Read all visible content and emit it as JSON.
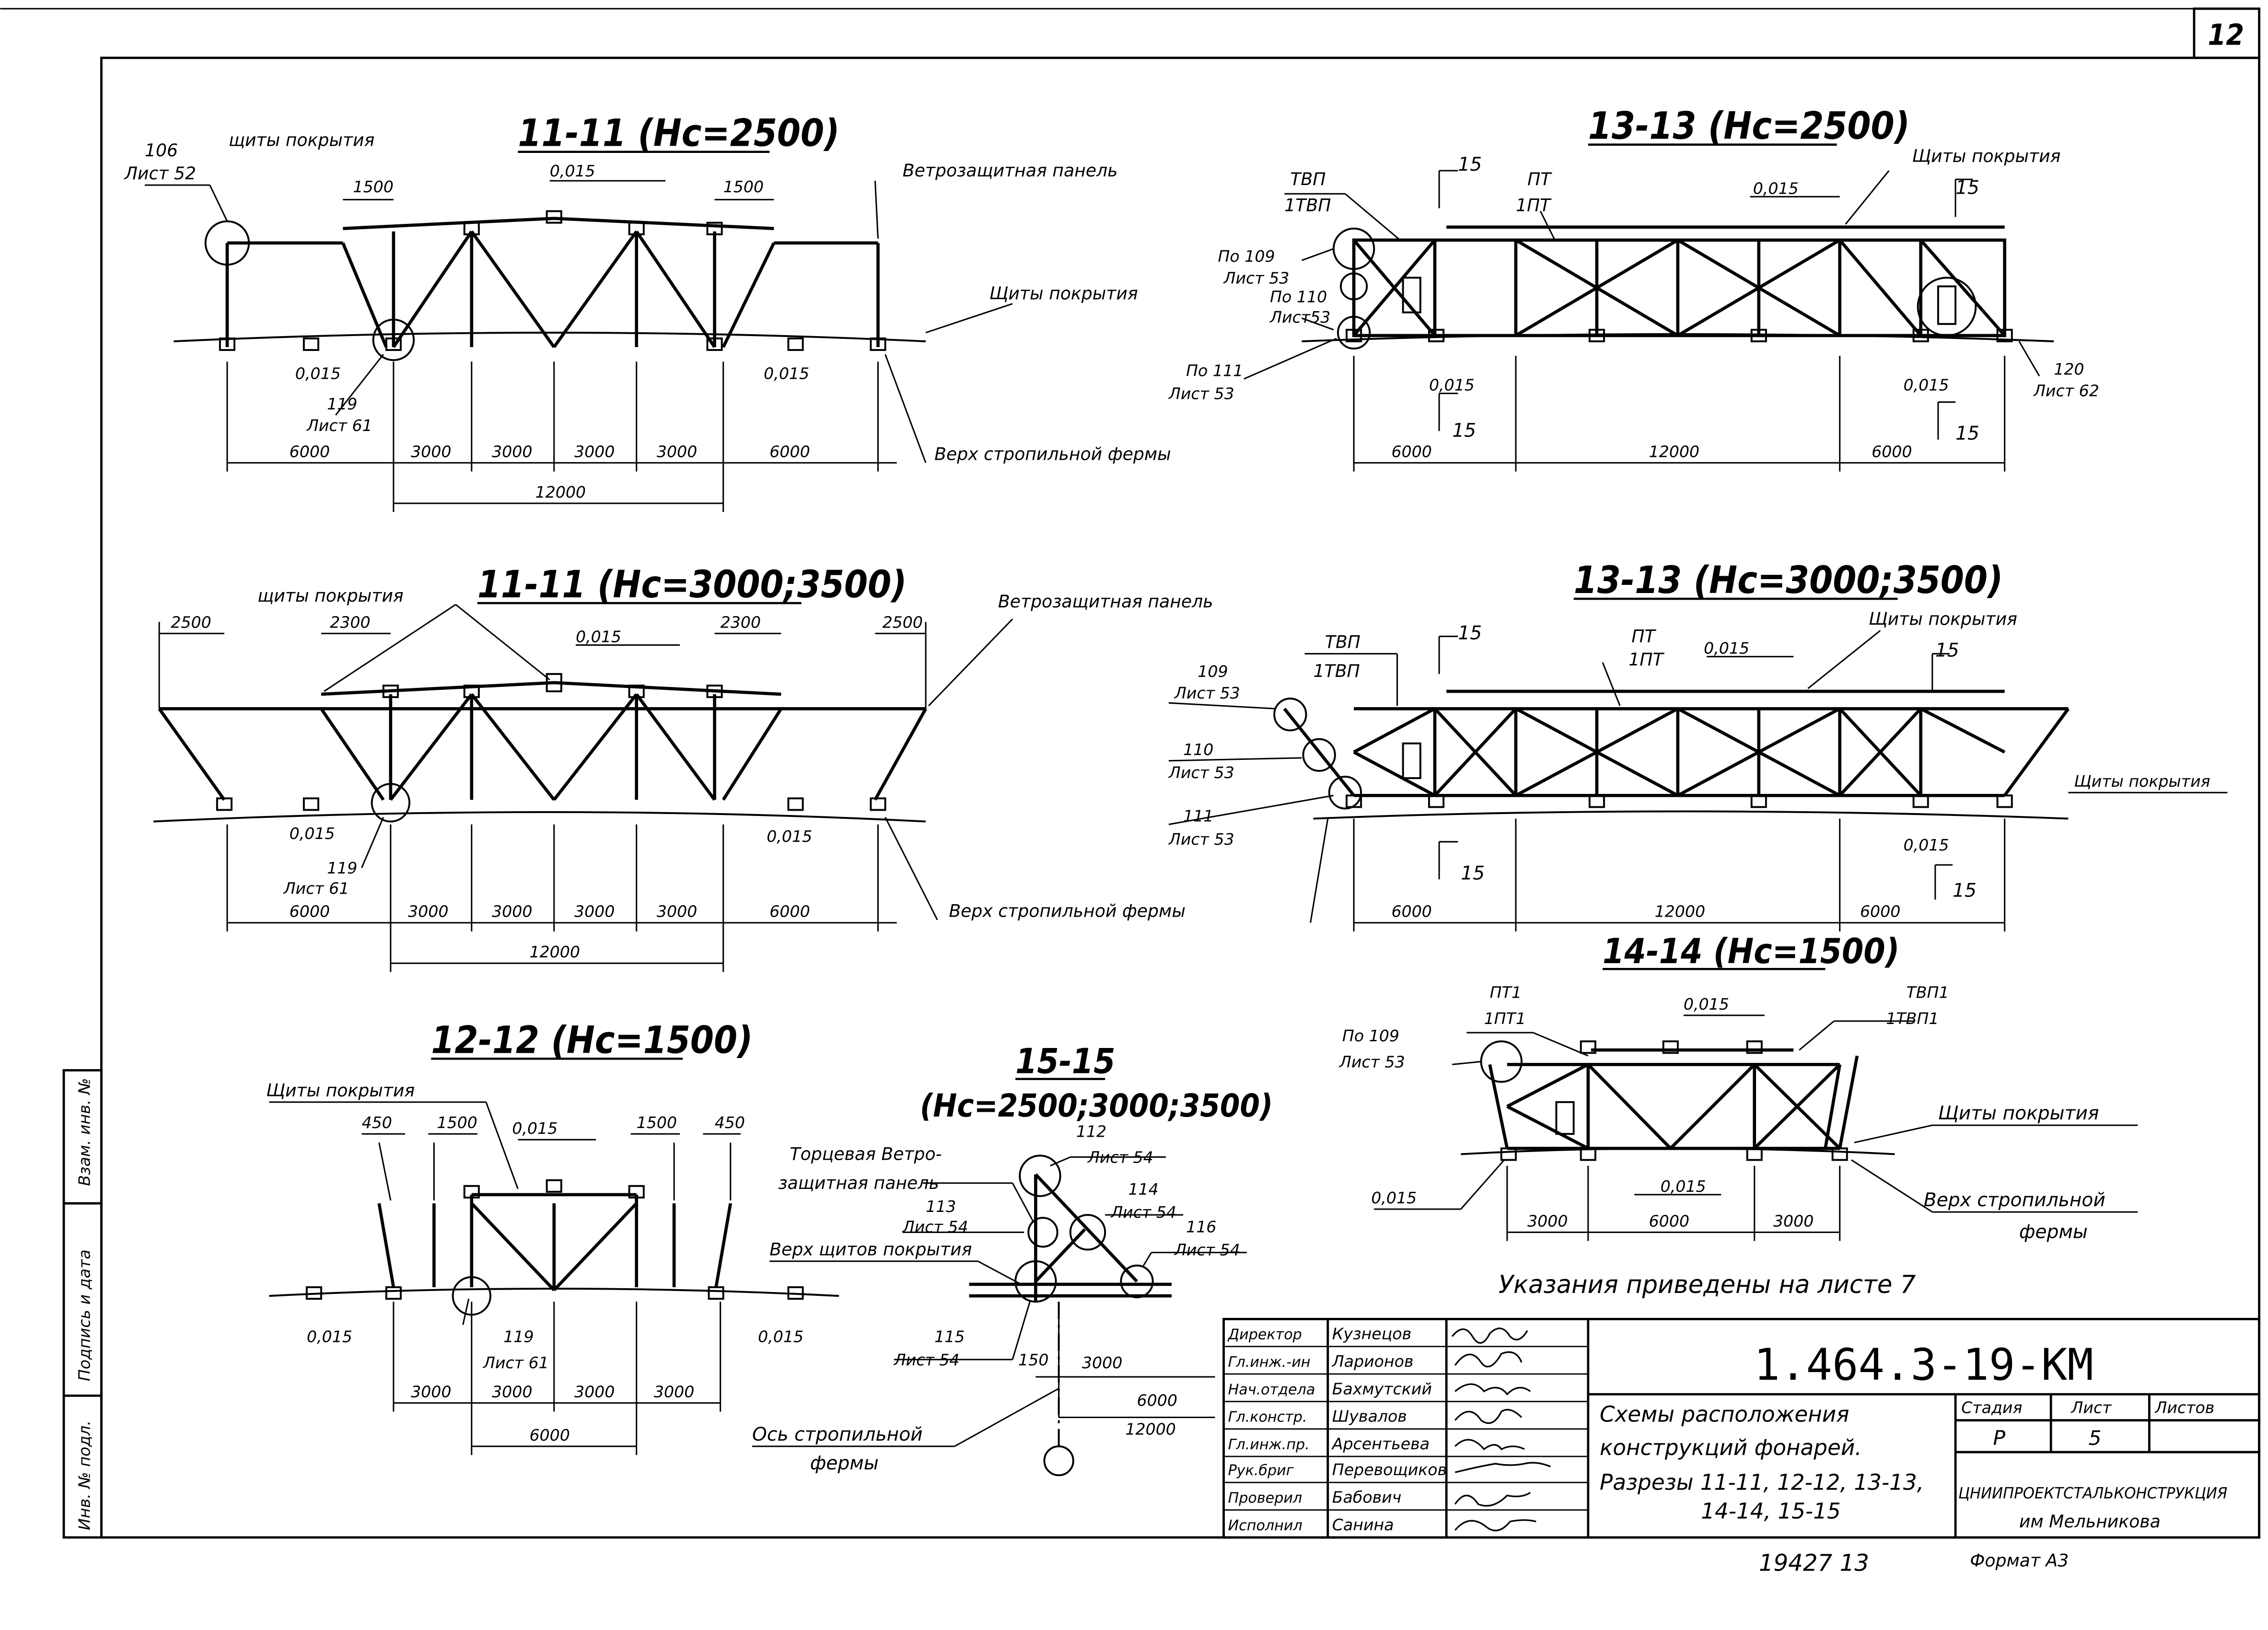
{
  "sheet_number": "12",
  "doc_code": "1.464.3-19-КМ",
  "notes_ref": "Указания приведены на листе 7",
  "sections": {
    "s1": {
      "title": "11-11 (Hc=2500)",
      "callouts": {
        "a": "106",
        "b": "Лист 52",
        "c": "щиты покрытия",
        "d": "Ветрозащитная панель",
        "e": "Щиты покрытия",
        "f": "119",
        "g": "Лист 61",
        "h": "Верх стропильной фермы"
      },
      "slopes": [
        "0,015",
        "0,015",
        "0,015"
      ],
      "dims_top": [
        "1500",
        "1500"
      ],
      "dims_bottom": [
        "6000",
        "3000",
        "3000",
        "3000",
        "3000",
        "6000"
      ],
      "dim_total": "12000"
    },
    "s2": {
      "title": "13-13 (Hc=2500)",
      "callouts": {
        "tvp": "ТВП",
        "tvp1": "1ТВП",
        "pt": "ПТ",
        "pt1": "1ПТ",
        "shchity": "Щиты покрытия",
        "p109": "По 109",
        "l53a": "Лист 53",
        "p110": "По 110",
        "l53b": "Лист53",
        "p111": "По 111",
        "l53c": "Лист 53",
        "r120": "120",
        "l62": "Лист 62"
      },
      "cut": "15",
      "slopes": [
        "0,015",
        "0,015",
        "0,015"
      ],
      "dims_bottom": [
        "6000",
        "12000",
        "6000"
      ]
    },
    "s3": {
      "title": "11-11 (Hc=3000;3500)",
      "callouts": {
        "shchity": "щиты покрытия",
        "veter": "Ветрозащитная панель",
        "r119": "119",
        "l61": "Лист 61",
        "verh": "Верх стропильной фермы"
      },
      "slopes": [
        "0,015",
        "0,015",
        "0,015"
      ],
      "dims_top": [
        "2500",
        "2300",
        "2300",
        "2500"
      ],
      "dims_bottom": [
        "6000",
        "3000",
        "3000",
        "3000",
        "3000",
        "6000"
      ],
      "dim_total": "12000"
    },
    "s4": {
      "title": "13-13 (Hc=3000;3500)",
      "callouts": {
        "tvp": "ТВП",
        "tvp1": "1ТВП",
        "pt": "ПТ",
        "pt1": "1ПТ",
        "shchity": "Щиты покрытия",
        "r109": "109",
        "l53a": "Лист 53",
        "r110": "110",
        "l53b": "Лист 53",
        "r111": "111",
        "l53c": "Лист 53"
      },
      "cut": "15",
      "slopes": [
        "0,015",
        "0,015"
      ],
      "dims_bottom": [
        "6000",
        "12000",
        "6000"
      ]
    },
    "s5": {
      "title": "12-12 (Hc=1500)",
      "callouts": {
        "shchity": "Щиты покрытия",
        "r119": "119",
        "l61": "Лист 61"
      },
      "slopes": [
        "0,015",
        "0,015",
        "0,015"
      ],
      "dims_top": [
        "450",
        "1500",
        "1500",
        "450"
      ],
      "dims_bottom": [
        "3000",
        "3000",
        "3000",
        "3000"
      ],
      "dim_total": "6000"
    },
    "s6": {
      "title_a": "15-15",
      "title_b": "(Hc=2500;3000;3500)",
      "callouts": {
        "r112": "112",
        "l54a": "Лист 54",
        "tor1": "Торцевая Ветро-",
        "tor2": "защитная панель",
        "r113": "113",
        "l54b": "Лист 54",
        "r114": "114",
        "l54c": "Лист 54",
        "verh": "Верх щитов покрытия",
        "r116": "116",
        "l54d": "Лист 54",
        "r115": "115",
        "l54e": "Лист 54",
        "os1": "Ось стропильной",
        "os2": "фермы"
      },
      "dims": [
        "150",
        "3000",
        "6000",
        "12000"
      ]
    },
    "s7": {
      "title": "14-14 (Hc=1500)",
      "callouts": {
        "pt1": "ПТ1",
        "pt1b": "1ПТ1",
        "tvp1": "ТВП1",
        "tvp1b": "1ТВП1",
        "p109": "По 109",
        "l53": "Лист 53",
        "shchity": "Щиты покрытия",
        "verh1": "Верх стропильной",
        "verh2": "фермы"
      },
      "slopes": [
        "0,015",
        "0,015",
        "0,015"
      ],
      "dims_bottom": [
        "3000",
        "6000",
        "3000"
      ]
    }
  },
  "side_stamp": [
    "Взам. инв. №",
    "Подпись и дата",
    "Инв. № подл."
  ],
  "title_block": {
    "roles": [
      {
        "role": "Директор",
        "name": "Кузнецов"
      },
      {
        "role": "Гл.инж.-ин",
        "name": "Ларионов"
      },
      {
        "role": "Нач.отдела",
        "name": "Бахмутский"
      },
      {
        "role": "Гл.констр.",
        "name": "Шувалов"
      },
      {
        "role": "Гл.инж.пр.",
        "name": "Арсентьева"
      },
      {
        "role": "Рук.бриг",
        "name": "Перевощиков"
      },
      {
        "role": "Проверил",
        "name": "Бабович"
      },
      {
        "role": "Исполнил",
        "name": "Санина"
      }
    ],
    "title_lines": [
      "Схемы расположения",
      "конструкций фонарей.",
      "Разрезы 11-11, 12-12, 13-13,",
      "14-14, 15-15"
    ],
    "stage_label": "Стадия",
    "sheet_label": "Лист",
    "sheets_label": "Листов",
    "stage": "Р",
    "sheet": "5",
    "org": "ЦНИИПРОЕКТСТАЛЬКОНСТРУКЦИЯ",
    "org_sub": "им Мельникова",
    "inv_no": "19427 13",
    "format": "Формат А3"
  },
  "colors": {
    "ink": "#000000",
    "paper": "#ffffff"
  }
}
